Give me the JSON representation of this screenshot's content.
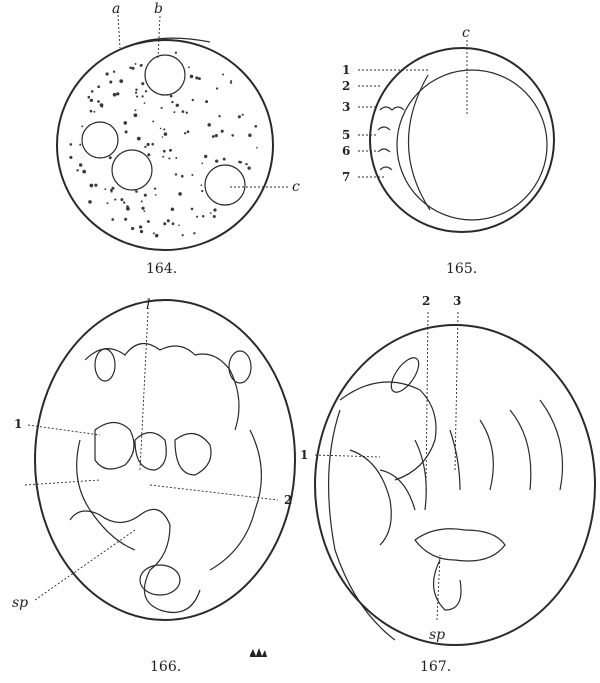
{
  "figures": [
    {
      "caption": "164.",
      "labels": {
        "a": "a",
        "b": "b",
        "c": "c"
      }
    },
    {
      "caption": "165.",
      "labels": {
        "c": "c",
        "n1": "1",
        "n2": "2",
        "n3": "3",
        "n5": "5",
        "n6": "6",
        "n7": "7"
      }
    },
    {
      "caption": "166.",
      "labels": {
        "l": "l",
        "n1": "1",
        "n2": "2",
        "sp": "sp"
      }
    },
    {
      "caption": "167.",
      "labels": {
        "n1": "1",
        "n2": "2",
        "n3": "3",
        "sp": "sp"
      }
    }
  ]
}
